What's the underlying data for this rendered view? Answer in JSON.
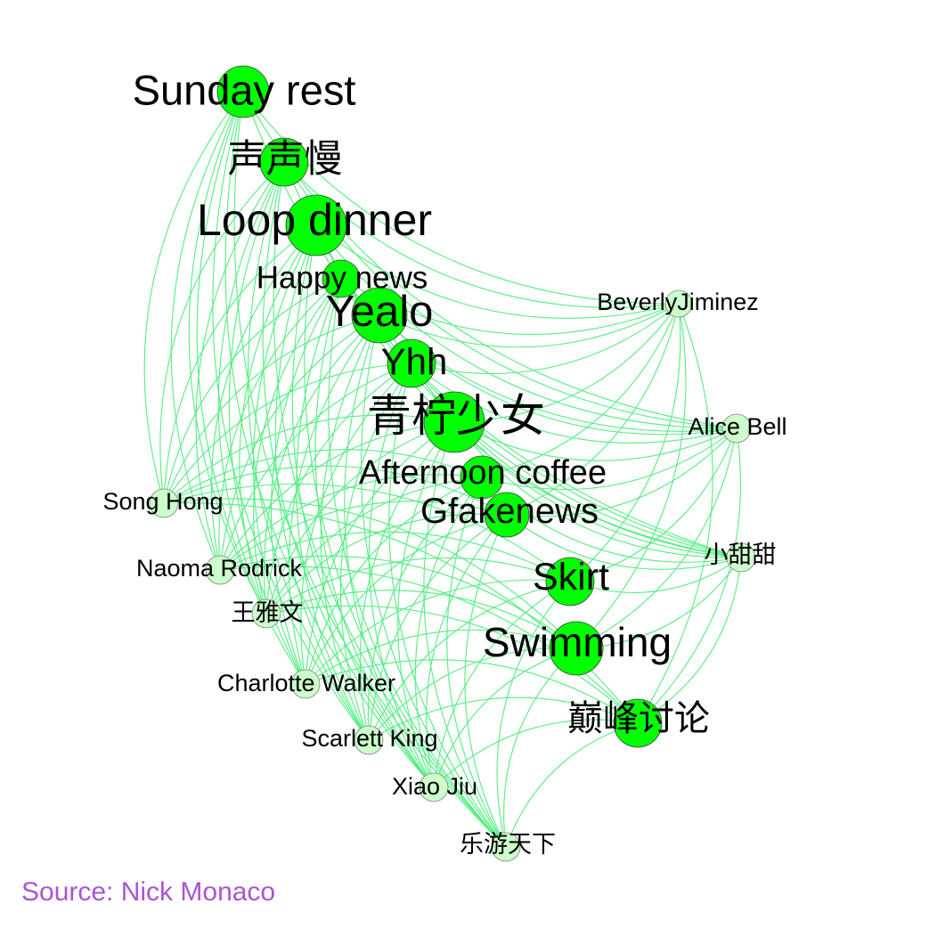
{
  "diagram": {
    "type": "network",
    "colors": {
      "edge": "#52ee80",
      "background": "#ffffff",
      "label": "#000000"
    },
    "nodes": [
      {
        "label": "Sunday rest",
        "fill": "#00ff00",
        "stroke": "#404040"
      },
      {
        "label": "声声慢",
        "fill": "#00ff00",
        "stroke": "#404040"
      },
      {
        "label": "Loop dinner",
        "fill": "#00ff00",
        "stroke": "#404040"
      },
      {
        "label": "Happy news",
        "fill": "#00ff00",
        "stroke": "#404040"
      },
      {
        "label": "Yealo",
        "fill": "#00ff00",
        "stroke": "#404040"
      },
      {
        "label": "Yhh",
        "fill": "#00ff00",
        "stroke": "#404040"
      },
      {
        "label": "青柠少女",
        "fill": "#00ff00",
        "stroke": "#404040"
      },
      {
        "label": "Afternoon coffee",
        "fill": "#00ff00",
        "stroke": "#404040"
      },
      {
        "label": "Gfakenews",
        "fill": "#00ff00",
        "stroke": "#404040"
      },
      {
        "label": "Skirt",
        "fill": "#00ff00",
        "stroke": "#404040"
      },
      {
        "label": "Swimming",
        "fill": "#00ff00",
        "stroke": "#404040"
      },
      {
        "label": "巅峰讨论",
        "fill": "#00ff00",
        "stroke": "#404040"
      },
      {
        "label": "BeverlyJiminez",
        "fill": "#ccffcc",
        "stroke": "#808080"
      },
      {
        "label": "Alice Bell",
        "fill": "#ccffcc",
        "stroke": "#808080"
      },
      {
        "label": "小甜甜",
        "fill": "#ccffcc",
        "stroke": "#808080"
      },
      {
        "label": "Song Hong",
        "fill": "#ccffcc",
        "stroke": "#808080"
      },
      {
        "label": "Naoma Rodrick",
        "fill": "#ccffcc",
        "stroke": "#808080"
      },
      {
        "label": "王雅文",
        "fill": "#ccffcc",
        "stroke": "#808080"
      },
      {
        "label": "Charlotte Walker",
        "fill": "#ccffcc",
        "stroke": "#808080"
      },
      {
        "label": "Scarlett King",
        "fill": "#ccffcc",
        "stroke": "#808080"
      },
      {
        "label": "Xiao Jiu",
        "fill": "#ccffcc",
        "stroke": "#808080"
      },
      {
        "label": "乐游天下",
        "fill": "#ccffcc",
        "stroke": "#808080"
      }
    ],
    "edges": [
      [
        12,
        0
      ],
      [
        12,
        1
      ],
      [
        12,
        2
      ],
      [
        12,
        3
      ],
      [
        12,
        4
      ],
      [
        12,
        5
      ],
      [
        12,
        6
      ],
      [
        12,
        7
      ],
      [
        12,
        8
      ],
      [
        12,
        9
      ],
      [
        12,
        10
      ],
      [
        12,
        11
      ],
      [
        13,
        0
      ],
      [
        13,
        1
      ],
      [
        13,
        2
      ],
      [
        13,
        3
      ],
      [
        13,
        4
      ],
      [
        13,
        5
      ],
      [
        13,
        6
      ],
      [
        13,
        7
      ],
      [
        13,
        8
      ],
      [
        13,
        9
      ],
      [
        13,
        10
      ],
      [
        13,
        11
      ],
      [
        14,
        0
      ],
      [
        14,
        1
      ],
      [
        14,
        2
      ],
      [
        14,
        3
      ],
      [
        14,
        4
      ],
      [
        14,
        5
      ],
      [
        14,
        6
      ],
      [
        14,
        7
      ],
      [
        14,
        8
      ],
      [
        14,
        9
      ],
      [
        14,
        10
      ],
      [
        14,
        11
      ],
      [
        15,
        0
      ],
      [
        15,
        1
      ],
      [
        15,
        2
      ],
      [
        15,
        3
      ],
      [
        15,
        4
      ],
      [
        15,
        5
      ],
      [
        15,
        6
      ],
      [
        15,
        7
      ],
      [
        15,
        8
      ],
      [
        15,
        9
      ],
      [
        15,
        10
      ],
      [
        15,
        11
      ],
      [
        16,
        0
      ],
      [
        16,
        1
      ],
      [
        16,
        2
      ],
      [
        16,
        3
      ],
      [
        16,
        4
      ],
      [
        16,
        5
      ],
      [
        16,
        6
      ],
      [
        16,
        7
      ],
      [
        16,
        8
      ],
      [
        16,
        9
      ],
      [
        16,
        10
      ],
      [
        16,
        11
      ],
      [
        17,
        0
      ],
      [
        17,
        1
      ],
      [
        17,
        2
      ],
      [
        17,
        3
      ],
      [
        17,
        4
      ],
      [
        17,
        5
      ],
      [
        17,
        6
      ],
      [
        17,
        7
      ],
      [
        17,
        8
      ],
      [
        17,
        9
      ],
      [
        17,
        10
      ],
      [
        17,
        11
      ],
      [
        18,
        0
      ],
      [
        18,
        1
      ],
      [
        18,
        2
      ],
      [
        18,
        3
      ],
      [
        18,
        4
      ],
      [
        18,
        5
      ],
      [
        18,
        6
      ],
      [
        18,
        7
      ],
      [
        18,
        8
      ],
      [
        18,
        9
      ],
      [
        18,
        10
      ],
      [
        18,
        11
      ],
      [
        19,
        0
      ],
      [
        19,
        1
      ],
      [
        19,
        2
      ],
      [
        19,
        3
      ],
      [
        19,
        4
      ],
      [
        19,
        5
      ],
      [
        19,
        6
      ],
      [
        19,
        7
      ],
      [
        19,
        8
      ],
      [
        19,
        9
      ],
      [
        19,
        10
      ],
      [
        19,
        11
      ],
      [
        20,
        0
      ],
      [
        20,
        1
      ],
      [
        20,
        2
      ],
      [
        20,
        3
      ],
      [
        20,
        4
      ],
      [
        20,
        5
      ],
      [
        20,
        6
      ],
      [
        20,
        7
      ],
      [
        20,
        8
      ],
      [
        20,
        9
      ],
      [
        20,
        10
      ],
      [
        20,
        11
      ],
      [
        21,
        0
      ],
      [
        21,
        1
      ],
      [
        21,
        2
      ],
      [
        21,
        3
      ],
      [
        21,
        4
      ],
      [
        21,
        5
      ],
      [
        21,
        6
      ],
      [
        21,
        7
      ],
      [
        21,
        8
      ],
      [
        21,
        9
      ],
      [
        21,
        10
      ],
      [
        21,
        11
      ]
    ]
  },
  "source": {
    "text": "Source: Nick Monaco",
    "color": "#a855d6"
  }
}
